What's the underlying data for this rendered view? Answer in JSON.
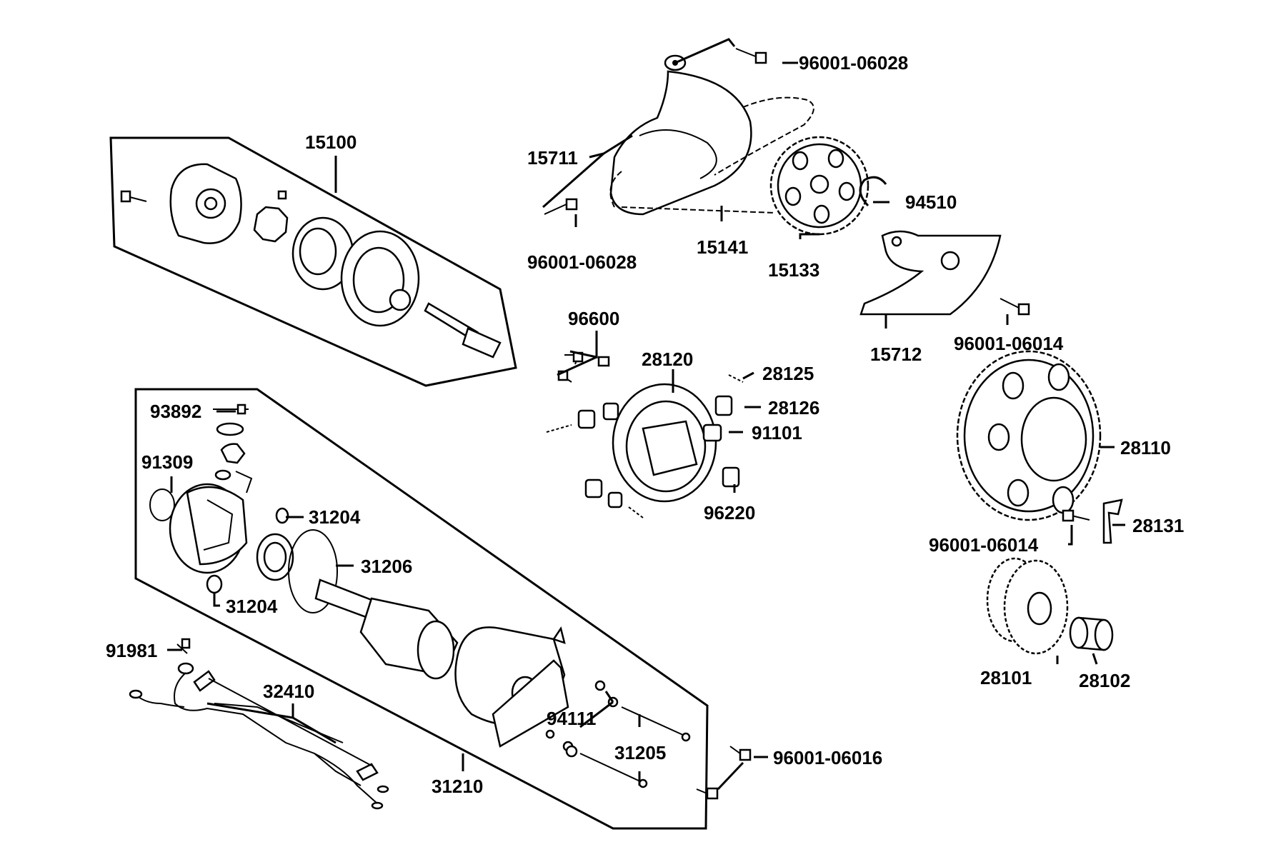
{
  "diagram": {
    "part_labels": [
      "96001-06028",
      "15711",
      "96001-06028",
      "15141",
      "15133",
      "94510",
      "15712",
      "96001-06014",
      "15100",
      "96600",
      "28120",
      "28125",
      "28126",
      "91101",
      "96220",
      "93892",
      "91309",
      "31204",
      "31206",
      "31204",
      "28110",
      "28131",
      "96001-06014",
      "28101",
      "28102",
      "91981",
      "32410",
      "94111",
      "31205",
      "31210",
      "96001-06016"
    ]
  }
}
